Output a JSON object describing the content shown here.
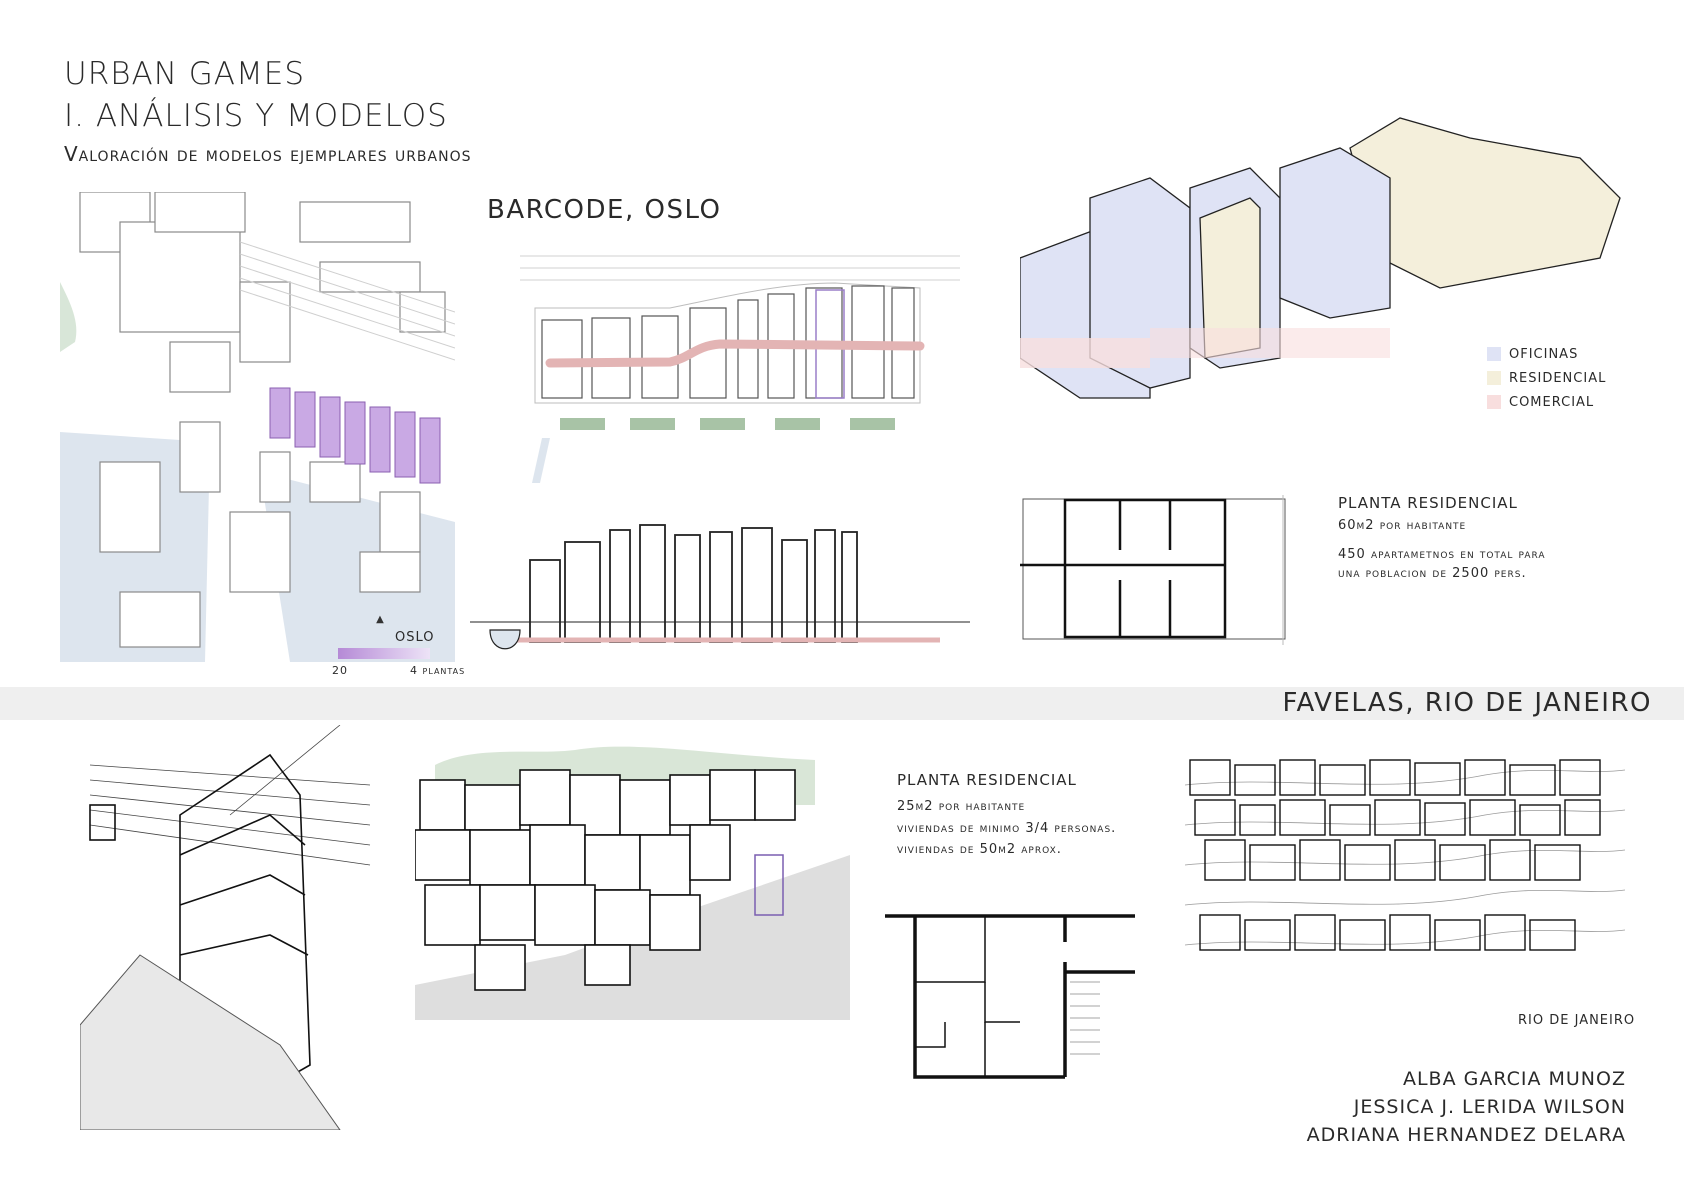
{
  "header": {
    "title": "URBAN GAMES",
    "subtitle": "I. ANÁLISIS Y MODELOS",
    "caption": "Valoración de modelos ejemplares urbanos"
  },
  "barcode": {
    "title": "BARCODE, OSLO",
    "map_label": "OSLO",
    "scale_min": "20",
    "scale_max": "4 plantas",
    "legend": [
      {
        "label": "OFICINAS",
        "color": "#dfe3f5"
      },
      {
        "label": "RESIDENCIAL",
        "color": "#f4efdb"
      },
      {
        "label": "COMERCIAL",
        "color": "#f8dede"
      }
    ],
    "plan": {
      "title": "PLANTA RESIDENCIAL",
      "line1": "60m2 por habitante",
      "line2": "450 apartametnos en total para",
      "line3": "una poblacion de 2500 pers."
    }
  },
  "favelas": {
    "title": "FAVELAS, RIO DE JANEIRO",
    "plan": {
      "title": "PLANTA RESIDENCIAL",
      "line1": "25m2 por habitante",
      "line2": "viviendas de minimo 3/4 personas.",
      "line3": "viviendas de 50m2 aprox."
    },
    "map_label": "RIO DE JANEIRO"
  },
  "authors": [
    "ALBA GARCIA MUNOZ",
    "JESSICA J. LERIDA WILSON",
    "ADRIANA HERNANDEZ DELARA"
  ],
  "colors": {
    "purple": "#b58ad6",
    "water": "#dde5ee",
    "offices": "#dfe3f5",
    "residential": "#f4efdb",
    "commercial": "#f8dede"
  }
}
